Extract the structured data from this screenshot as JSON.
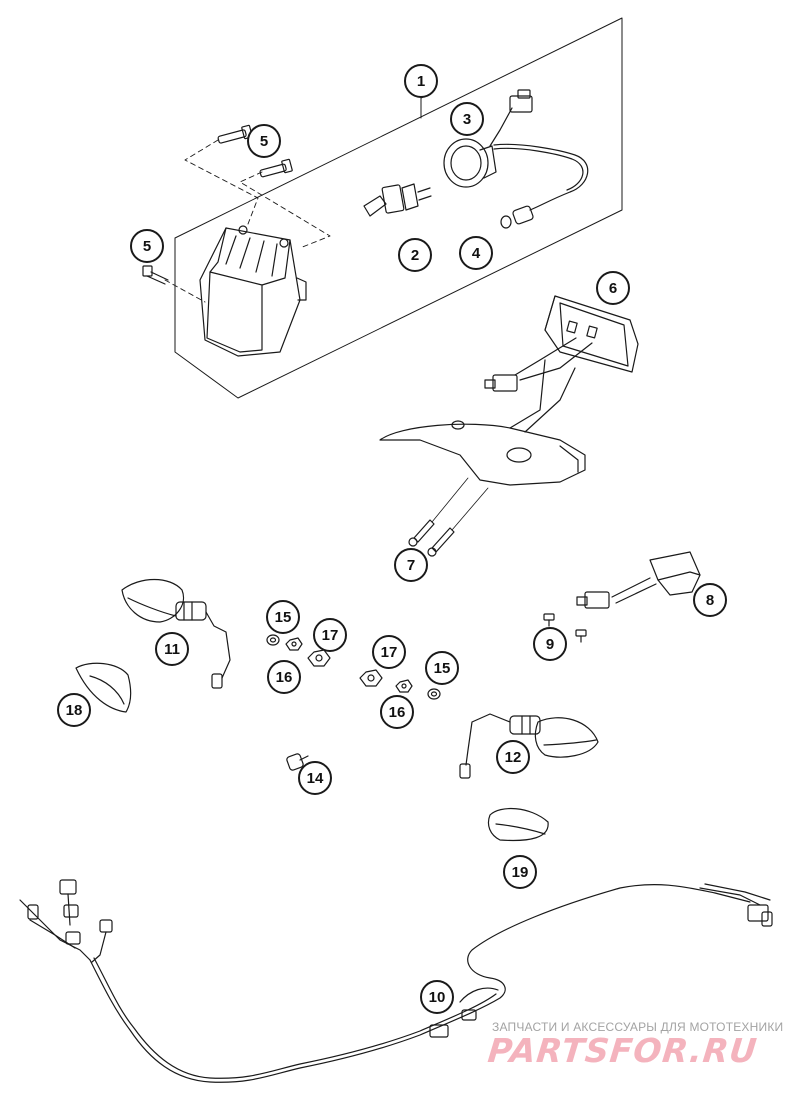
{
  "diagram": {
    "callouts": [
      {
        "id": "c1",
        "label": "1"
      },
      {
        "id": "c2",
        "label": "2"
      },
      {
        "id": "c3",
        "label": "3"
      },
      {
        "id": "c4",
        "label": "4"
      },
      {
        "id": "c5a",
        "label": "5"
      },
      {
        "id": "c5b",
        "label": "5"
      },
      {
        "id": "c6",
        "label": "6"
      },
      {
        "id": "c7",
        "label": "7"
      },
      {
        "id": "c8",
        "label": "8"
      },
      {
        "id": "c9",
        "label": "9"
      },
      {
        "id": "c10",
        "label": "10"
      },
      {
        "id": "c11",
        "label": "11"
      },
      {
        "id": "c12",
        "label": "12"
      },
      {
        "id": "c14",
        "label": "14"
      },
      {
        "id": "c15a",
        "label": "15"
      },
      {
        "id": "c15b",
        "label": "15"
      },
      {
        "id": "c16a",
        "label": "16"
      },
      {
        "id": "c16b",
        "label": "16"
      },
      {
        "id": "c17a",
        "label": "17"
      },
      {
        "id": "c17b",
        "label": "17"
      },
      {
        "id": "c18",
        "label": "18"
      },
      {
        "id": "c19",
        "label": "19"
      }
    ]
  },
  "watermark": {
    "subtitle": "ЗАПЧАСТИ И АКСЕССУАРЫ ДЛЯ МОТОТЕХНИКИ",
    "logo": "PARTSFOR.RU"
  },
  "colors": {
    "line": "#1a1a1a",
    "watermark_red": "#f08a9a",
    "watermark_gray": "#a3a3a3"
  }
}
